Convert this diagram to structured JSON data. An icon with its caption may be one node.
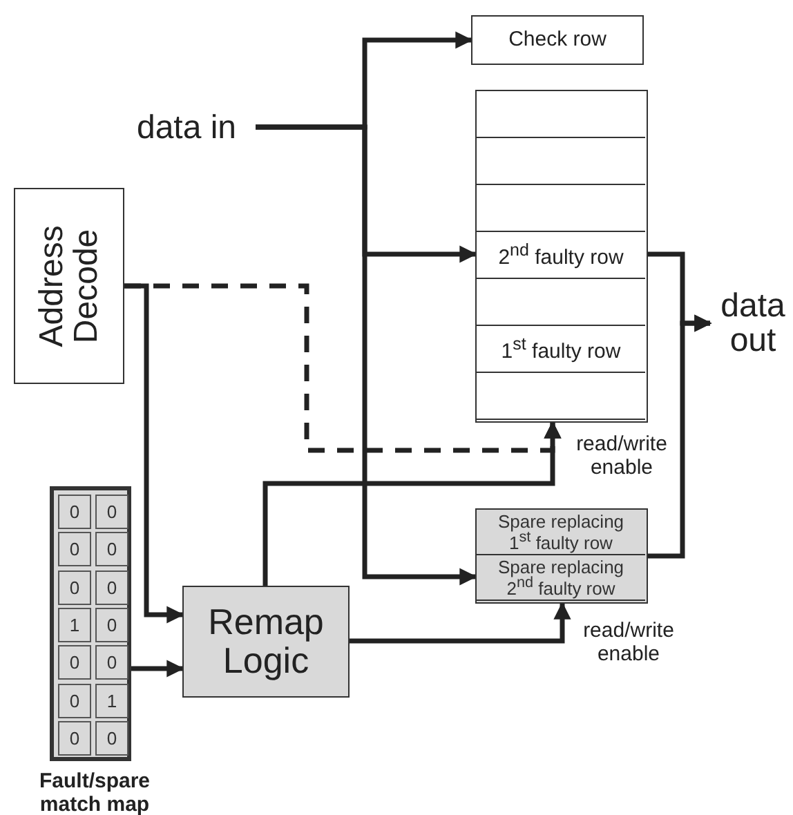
{
  "diagram": {
    "nodes": [
      {
        "text": [
          "data in"
        ]
      },
      {
        "text": [
          "Check row"
        ]
      },
      {
        "text": [],
        "shape": "box"
      },
      {
        "text": [],
        "shape": "box",
        "in": 2
      },
      {
        "text": [],
        "shape": "box",
        "in": 2
      },
      {
        "text": [],
        "shape": "box",
        "in": 2
      },
      {
        "text": [
          "2$^{nd}$ faulty row"
        ],
        "in": 2
      },
      {
        "text": [],
        "shape": "box",
        "in": 2
      },
      {
        "text": [
          "1$^{st}$ faulty row"
        ],
        "in": 2
      },
      {
        "text": [],
        "shape": "box",
        "in": 2
      },
      {
        "text": [
          "Address Decode"
        ]
      },
      {
        "text": [
          "Fault/spare match map"
        ]
      },
      {
        "text": [
          "Remap Logic"
        ]
      },
      {
        "text": [],
        "shape": "box"
      },
      {
        "text": [
          "Spare replacing 1$^{st}$ faulty row"
        ],
        "in": 13
      },
      {
        "text": [
          "Spare replacing 2$^{nd}$ faulty row"
        ],
        "in": 13
      },
      {
        "text": [
          "data out"
        ]
      }
    ],
    "edges": [
      {
        "from": 0,
        "to": 1,
        "arrow": "to"
      },
      {
        "from": 0,
        "to": 6,
        "arrow": "to"
      },
      {
        "from": 0,
        "to": 15,
        "arrow": "to"
      },
      {
        "from": 6,
        "to": 16,
        "arrow": "to"
      },
      {
        "from": 13,
        "to": 16,
        "arrow": "to"
      },
      {
        "from": 10,
        "to": 12,
        "arrow": "to"
      },
      {
        "from": 10,
        "to": 2,
        "arrow": "to",
        "style": "dashed"
      },
      {
        "from": 11,
        "to": 12,
        "arrow": "to"
      },
      {
        "from": 12,
        "to": 2,
        "arrow": "to"
      },
      {
        "from": 12,
        "to": 13,
        "arrow": "to"
      }
    ],
    "labels": [
      "0",
      "0",
      "0",
      "0",
      "0",
      "0",
      "1",
      "0",
      "0",
      "0",
      "0",
      "1",
      "0",
      "0",
      "read/write enable",
      "read/write enable"
    ]
  }
}
